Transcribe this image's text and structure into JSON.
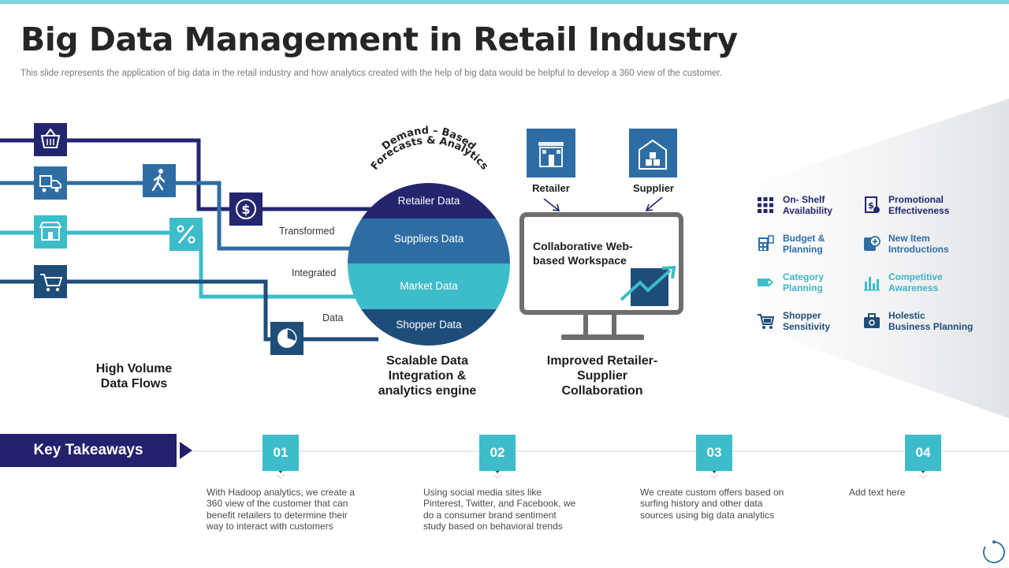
{
  "header": {
    "title": "Big Data Management in Retail Industry",
    "subtitle": "This slide represents the application of big data in the retail industry and how analytics created with the help of big data would be helpful to develop a 360 view of the customer."
  },
  "flows": {
    "labels": [
      "Transformed",
      "Integrated",
      "Data"
    ],
    "caption_line1": "High Volume",
    "caption_line2": "Data Flows"
  },
  "engine": {
    "arc_line1": "Demand – Based",
    "arc_line2": "Forecasts & Analytics",
    "layers": [
      "Retailer Data",
      "Suppliers Data",
      "Market Data",
      "Shopper Data"
    ],
    "caption_line1": "Scalable Data",
    "caption_line2": "Integration &",
    "caption_line3": "analytics engine"
  },
  "collaboration": {
    "retailer_label": "Retailer",
    "supplier_label": "Supplier",
    "workspace_line1": "Collaborative Web-",
    "workspace_line2": "based Workspace",
    "caption_line1": "Improved Retailer-",
    "caption_line2": "Supplier",
    "caption_line3": "Collaboration"
  },
  "categories": [
    {
      "line1": "On- Shelf",
      "line2": "Availability",
      "icon": "grid-icon"
    },
    {
      "line1": "Promotional",
      "line2": "Effectiveness",
      "icon": "dollar-document-icon"
    },
    {
      "line1": "Budget &",
      "line2": "Planning",
      "icon": "calculator-icon"
    },
    {
      "line1": "New Item",
      "line2": "Introductions",
      "icon": "add-item-icon"
    },
    {
      "line1": "Category",
      "line2": "Planning",
      "icon": "tag-icon"
    },
    {
      "line1": "Competitive",
      "line2": "Awareness",
      "icon": "bar-chart-icon"
    },
    {
      "line1": "Shopper",
      "line2": "Sensitivity",
      "icon": "shopping-cart-icon"
    },
    {
      "line1": "Holestic",
      "line2": "Business Planning",
      "icon": "briefcase-icon"
    }
  ],
  "takeaways": {
    "heading": "Key Takeaways",
    "items": [
      {
        "number": "01",
        "text": "With Hadoop analytics, we create a 360 view of the customer that can benefit retailers to determine their way to interact with customers"
      },
      {
        "number": "02",
        "text": "Using social media sites like Pinterest, Twitter, and Facebook, we do a consumer brand sentiment study based on behavioral trends"
      },
      {
        "number": "03",
        "text": "We create custom offers based on surfing history and other data sources using big data analytics"
      },
      {
        "number": "04",
        "text": "Add text here"
      }
    ]
  },
  "colors": {
    "navy": "#23266f",
    "blue": "#2e6da4",
    "teal": "#3dbcca",
    "dark_blue": "#1e4d7a",
    "monitor_gray": "#6e6e6e"
  }
}
